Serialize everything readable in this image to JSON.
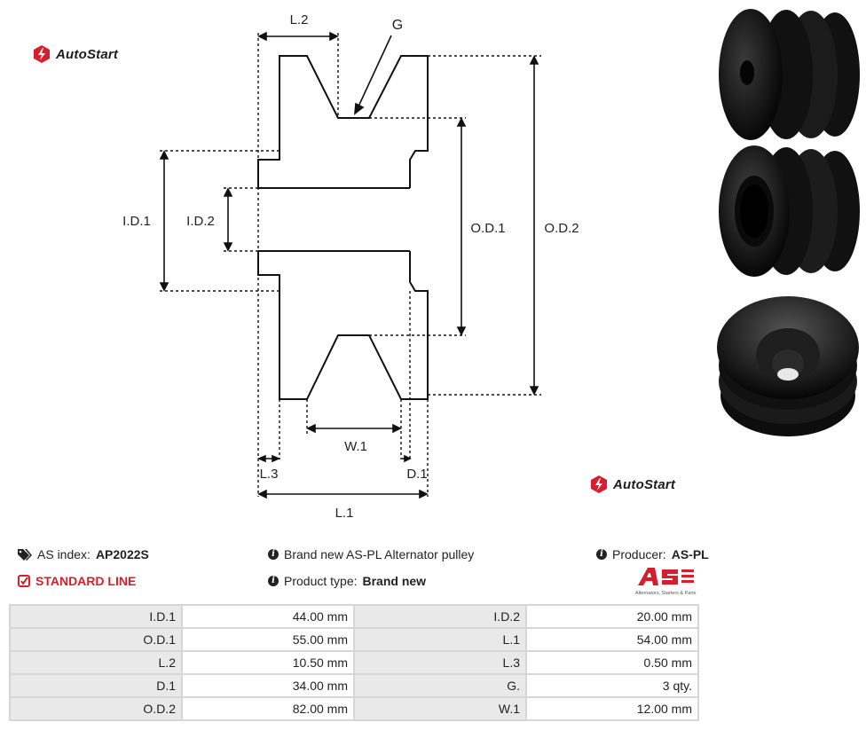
{
  "brand": {
    "logo_text": "AutoStart",
    "colors": {
      "logo_red": "#d81e2c",
      "text": "#222222"
    }
  },
  "drawing": {
    "labels": {
      "l2": "L.2",
      "g": "G",
      "id1": "I.D.1",
      "id2": "I.D.2",
      "od1": "O.D.1",
      "od2": "O.D.2",
      "w1": "W.1",
      "l3": "L.3",
      "d1": "D.1",
      "l1": "L.1"
    }
  },
  "info": {
    "as_index_label": "AS index:",
    "as_index_value": "AP2022S",
    "line_label": "STANDARD LINE",
    "description": "Brand new AS-PL Alternator pulley",
    "product_type_label": "Product type:",
    "product_type_value": "Brand new",
    "producer_label": "Producer:",
    "producer_value": "AS-PL",
    "producer_logo_tagline": "Alternators, Starters & Parts",
    "icons": [
      "tags-icon",
      "check-square-icon",
      "info-circle-icon"
    ]
  },
  "specs": [
    {
      "k1": "I.D.1",
      "v1": "44.00 mm",
      "k2": "I.D.2",
      "v2": "20.00 mm"
    },
    {
      "k1": "O.D.1",
      "v1": "55.00 mm",
      "k2": "L.1",
      "v2": "54.00 mm"
    },
    {
      "k1": "L.2",
      "v1": "10.50 mm",
      "k2": "L.3",
      "v2": "0.50 mm"
    },
    {
      "k1": "D.1",
      "v1": "34.00 mm",
      "k2": "G.",
      "v2": "3 qty."
    },
    {
      "k1": "O.D.2",
      "v1": "82.00 mm",
      "k2": "W.1",
      "v2": "12.00 mm"
    }
  ]
}
